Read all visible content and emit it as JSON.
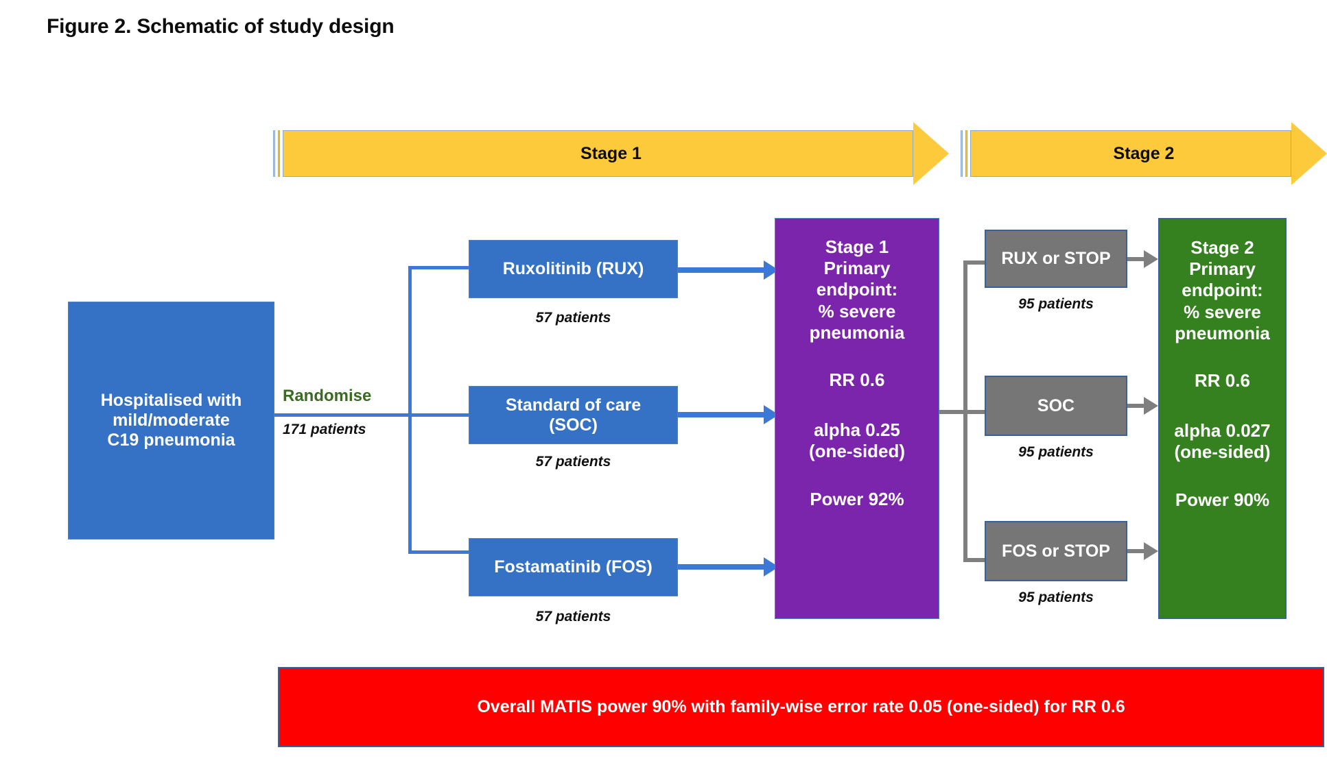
{
  "figure": {
    "title": "Figure 2. Schematic of study design"
  },
  "timeline": {
    "stages": [
      {
        "label": "Stage 1",
        "color": "#FCCA3B"
      },
      {
        "label": "Stage 2",
        "color": "#FCCA3B"
      }
    ]
  },
  "entry": {
    "box_label": "Hospitalised with\nmild/moderate\nC19 pneumonia",
    "color": "#3571C4"
  },
  "randomisation": {
    "action_label": "Randomise",
    "action_color": "#3B6B22",
    "patients": "171 patients"
  },
  "stage1": {
    "arms": [
      {
        "name": "Ruxolitinib (RUX)",
        "patients": "57 patients",
        "color": "#3571C4"
      },
      {
        "name": "Standard of care\n(SOC)",
        "patients": "57 patients",
        "color": "#3571C4"
      },
      {
        "name": "Fostamatinib (FOS)",
        "patients": "57 patients",
        "color": "#3571C4"
      }
    ],
    "endpoint": {
      "title": "Stage 1\nPrimary\nendpoint:\n% severe\npneumonia",
      "rr": "RR 0.6",
      "alpha": "alpha 0.25\n(one-sided)",
      "power": "Power 92%",
      "color": "#7B25AC"
    }
  },
  "stage2": {
    "arms": [
      {
        "name": "RUX or STOP",
        "patients": "95 patients",
        "color": "#767676"
      },
      {
        "name": "SOC",
        "patients": "95 patients",
        "color": "#767676"
      },
      {
        "name": "FOS or STOP",
        "patients": "95 patients",
        "color": "#767676"
      }
    ],
    "endpoint": {
      "title": "Stage 2\nPrimary\nendpoint:\n% severe\npneumonia",
      "rr": "RR 0.6",
      "alpha": "alpha 0.027\n(one-sided)",
      "power": "Power 90%",
      "color": "#35801F"
    }
  },
  "footer": {
    "text": "Overall MATIS power 90% with family-wise error rate 0.05 (one-sided) for RR 0.6",
    "color": "#FF0000"
  },
  "chart_data": {
    "type": "diagram",
    "title": "Figure 2. Schematic of study design",
    "nodes": [
      {
        "id": "entry",
        "label": "Hospitalised with mild/moderate C19 pneumonia",
        "n": 171,
        "color": "#3571C4"
      },
      {
        "id": "rux1",
        "label": "Ruxolitinib (RUX)",
        "n": 57,
        "color": "#3571C4",
        "stage": 1
      },
      {
        "id": "soc1",
        "label": "Standard of care (SOC)",
        "n": 57,
        "color": "#3571C4",
        "stage": 1
      },
      {
        "id": "fos1",
        "label": "Fostamatinib (FOS)",
        "n": 57,
        "color": "#3571C4",
        "stage": 1
      },
      {
        "id": "ep1",
        "label": "Stage 1 Primary endpoint: % severe pneumonia",
        "rr": 0.6,
        "alpha": 0.25,
        "power": "92%",
        "color": "#7B25AC",
        "stage": 1
      },
      {
        "id": "rux2",
        "label": "RUX or STOP",
        "n": 95,
        "color": "#767676",
        "stage": 2
      },
      {
        "id": "soc2",
        "label": "SOC",
        "n": 95,
        "color": "#767676",
        "stage": 2
      },
      {
        "id": "fos2",
        "label": "FOS or STOP",
        "n": 95,
        "color": "#767676",
        "stage": 2
      },
      {
        "id": "ep2",
        "label": "Stage 2 Primary endpoint: % severe pneumonia",
        "rr": 0.6,
        "alpha": 0.027,
        "power": "90%",
        "color": "#35801F",
        "stage": 2
      }
    ],
    "edges": [
      {
        "from": "entry",
        "to": "rux1",
        "label": "Randomise"
      },
      {
        "from": "entry",
        "to": "soc1",
        "label": "Randomise"
      },
      {
        "from": "entry",
        "to": "fos1",
        "label": "Randomise"
      },
      {
        "from": "rux1",
        "to": "ep1"
      },
      {
        "from": "soc1",
        "to": "ep1"
      },
      {
        "from": "fos1",
        "to": "ep1"
      },
      {
        "from": "ep1",
        "to": "rux2"
      },
      {
        "from": "ep1",
        "to": "soc2"
      },
      {
        "from": "ep1",
        "to": "fos2"
      },
      {
        "from": "rux2",
        "to": "ep2"
      },
      {
        "from": "soc2",
        "to": "ep2"
      },
      {
        "from": "fos2",
        "to": "ep2"
      }
    ],
    "annotation": "Overall MATIS power 90% with family-wise error rate 0.05 (one-sided) for RR 0.6"
  }
}
